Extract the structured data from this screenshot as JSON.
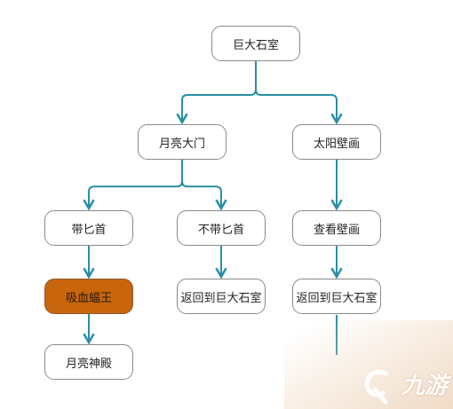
{
  "nodes": {
    "root": "巨大石室",
    "moon_gate": "月亮大门",
    "sun_mural": "太阳壁画",
    "with_dagger": "带匕首",
    "without_dagger": "不带匕首",
    "view_mural": "查看壁画",
    "vampire_bat_king": "吸血蝠王",
    "return_left": "返回到巨大石室",
    "return_right": "返回到巨大石室",
    "moon_temple": "月亮神殿"
  },
  "edges": [
    {
      "from": "root",
      "to": "moon_gate"
    },
    {
      "from": "root",
      "to": "sun_mural"
    },
    {
      "from": "moon_gate",
      "to": "with_dagger"
    },
    {
      "from": "moon_gate",
      "to": "without_dagger"
    },
    {
      "from": "sun_mural",
      "to": "view_mural"
    },
    {
      "from": "with_dagger",
      "to": "vampire_bat_king"
    },
    {
      "from": "without_dagger",
      "to": "return_left"
    },
    {
      "from": "view_mural",
      "to": "return_right"
    },
    {
      "from": "vampire_bat_king",
      "to": "moon_temple"
    }
  ],
  "colors": {
    "connector": "#2a8fa6",
    "highlight_fill": "#c9650d",
    "node_border": "#8a8a8a"
  },
  "watermark": {
    "text": "九游",
    "logo_icon": "jiuyou-logo-icon"
  }
}
